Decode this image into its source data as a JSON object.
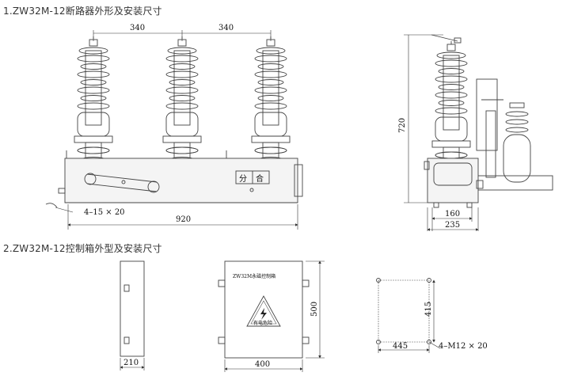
{
  "section1": {
    "title": "1.ZW32M-12断路器外形及安装尺寸"
  },
  "section2": {
    "title": "2.ZW32M-12控制箱外型及安装尺寸"
  },
  "breaker_front": {
    "spacing_left": "340",
    "spacing_right": "340",
    "mount_holes": "4–15 × 20",
    "total_width": "920",
    "indicator_open": "分",
    "indicator_close": "合"
  },
  "breaker_side": {
    "height": "720",
    "base_width": "160",
    "total_width": "235"
  },
  "control_box": {
    "side_width": "210",
    "front_label": "ZW32M永磁控制箱",
    "warning_label": "有电危险",
    "front_height": "500",
    "front_width": "400",
    "mount_vertical": "415",
    "mount_horizontal": "445",
    "mount_holes": "4–M12 × 20"
  }
}
